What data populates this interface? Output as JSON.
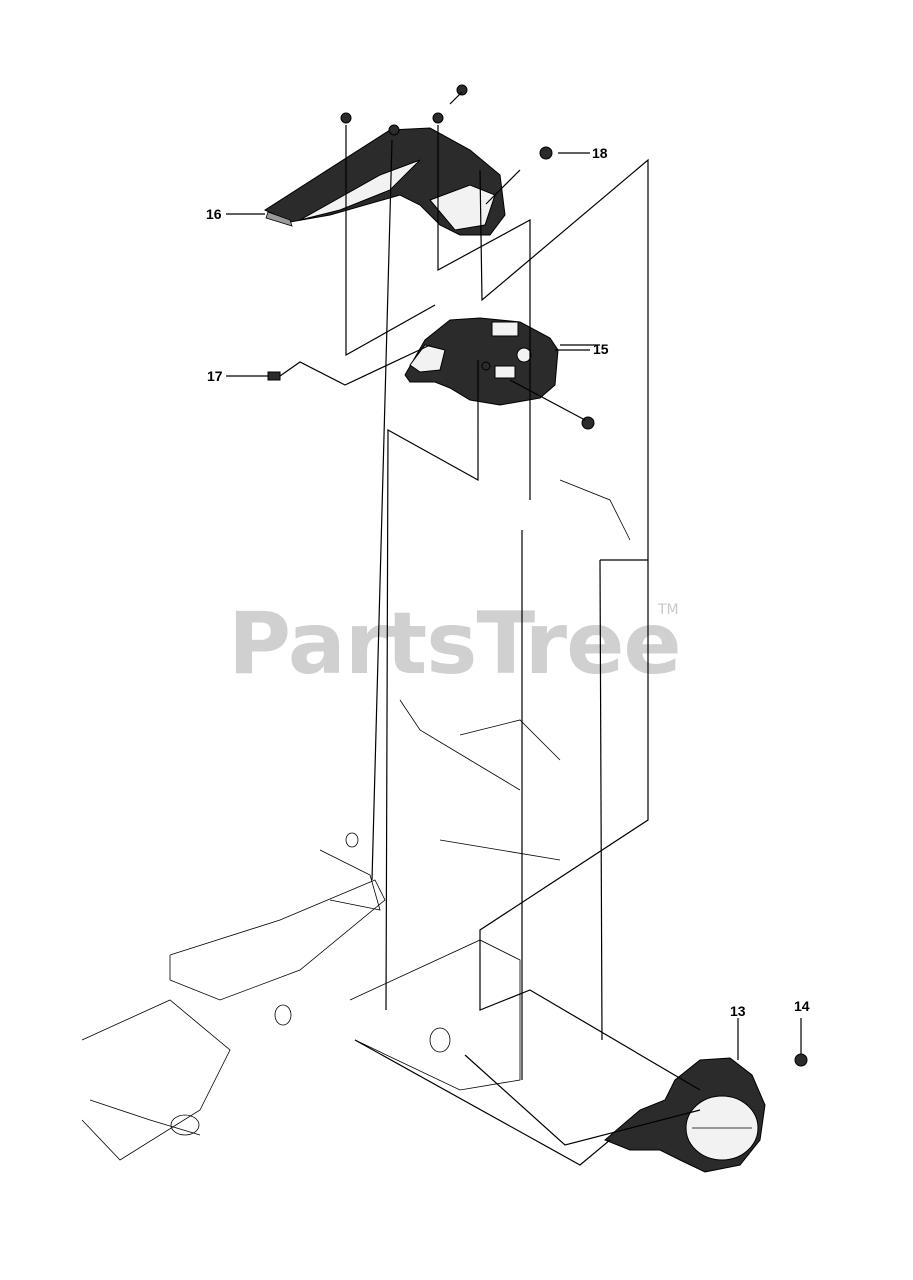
{
  "watermark": {
    "text": "PartsTree",
    "trademark": "TM"
  },
  "callouts": [
    {
      "id": "16",
      "label": "16"
    },
    {
      "id": "18",
      "label": "18"
    },
    {
      "id": "15",
      "label": "15"
    },
    {
      "id": "17",
      "label": "17"
    },
    {
      "id": "13",
      "label": "13"
    },
    {
      "id": "14",
      "label": "14"
    }
  ]
}
